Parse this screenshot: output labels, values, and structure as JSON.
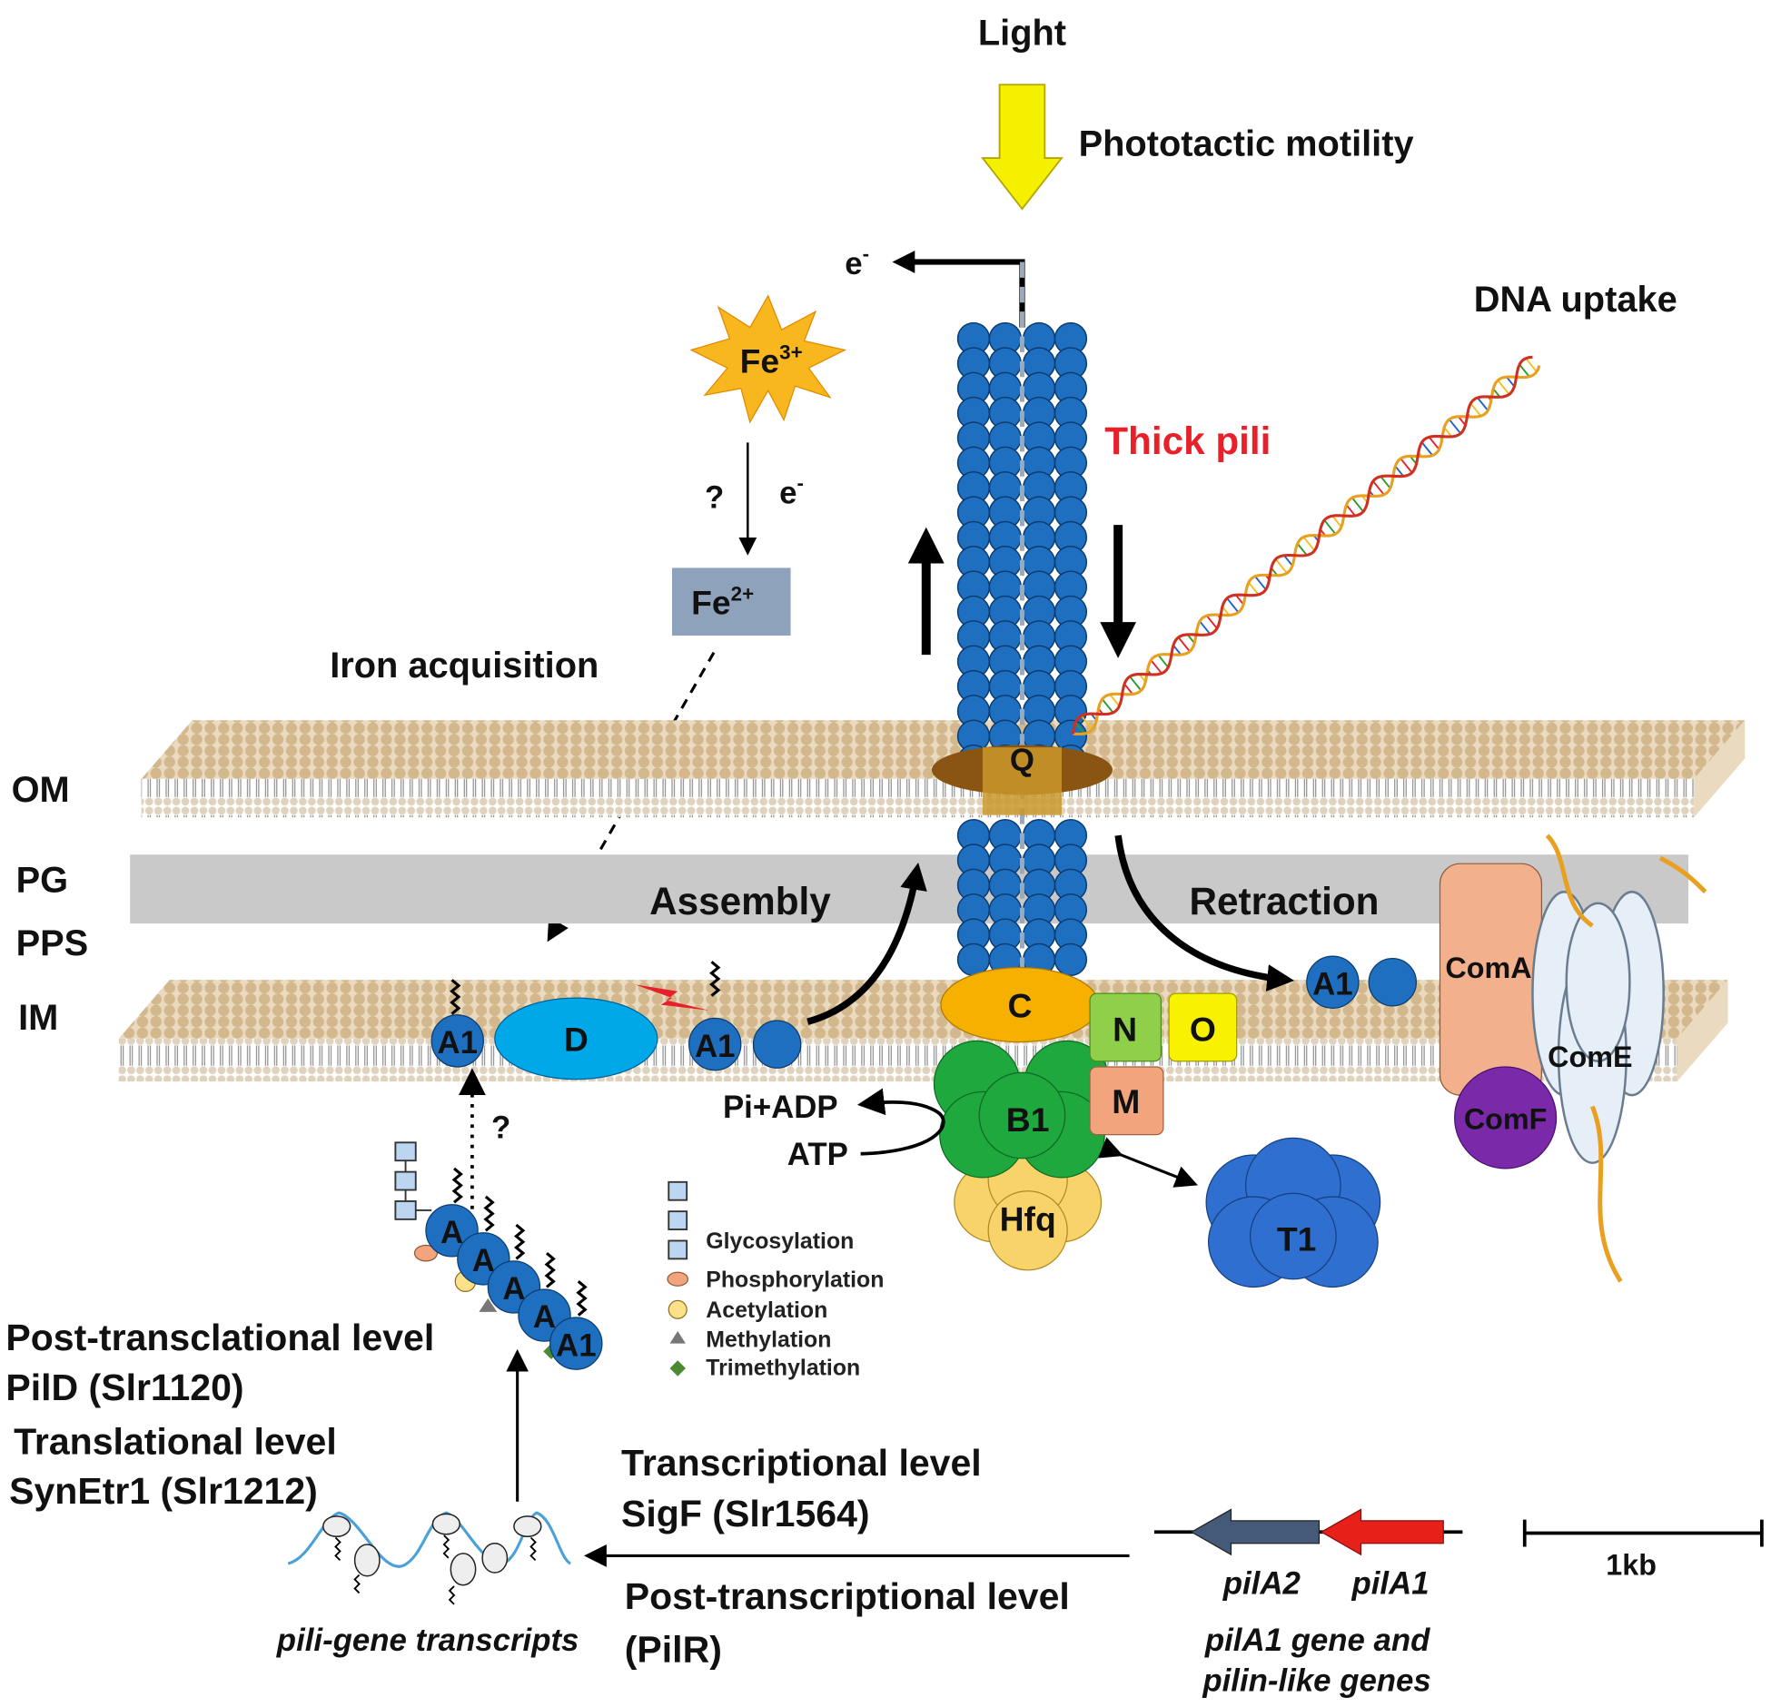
{
  "top": {
    "light": "Light",
    "phototactic": "Phototactic motility",
    "electron": "e",
    "electron_sup": "-",
    "dna_uptake": "DNA uptake",
    "thick_pili": "Thick pili"
  },
  "iron": {
    "fe3": "Fe",
    "fe3_sup": "3+",
    "question": "?",
    "electron": "e",
    "electron_sup": "-",
    "fe2": "Fe",
    "fe2_sup": "2+",
    "label": "Iron acquisition"
  },
  "layers": {
    "om": "OM",
    "pg": "PG",
    "pps": "PPS",
    "im": "IM"
  },
  "process": {
    "assembly": "Assembly",
    "retraction": "Retraction"
  },
  "proteins": {
    "q": "Q",
    "c": "C",
    "n": "N",
    "o": "O",
    "m": "M",
    "b1": "B1",
    "hfq": "Hfq",
    "t1": "T1",
    "d": "D",
    "a1": "A1",
    "a": "A",
    "coma": "ComA",
    "come": "ComE",
    "comf": "ComF"
  },
  "energy": {
    "pi_adp": "Pi+ADP",
    "atp": "ATP"
  },
  "question_mark": "?",
  "legend": [
    "Glycosylation",
    "Phosphorylation",
    "Acetylation",
    "Methylation",
    "Trimethylation"
  ],
  "regulation": {
    "post_translational": "Post-transclational level",
    "pild": "PilD (Slr1120)",
    "translational": "Translational level",
    "synetr1": "SynEtr1 (Slr1212)",
    "transcriptional": "Transcriptional level",
    "sigf": "SigF (Slr1564)",
    "post_transcriptional": "Post-transcriptional level",
    "pilr": "(PilR)",
    "transcripts": "pili-gene transcripts"
  },
  "genes": {
    "pila2": "pilA2",
    "pila1": "pilA1",
    "caption_1": "pilA1 gene and",
    "caption_2": "pilin-like genes",
    "scale": "1kb"
  },
  "colors": {
    "pili_blue": "#1f6fc0",
    "thick_pili_red": "#e8202a",
    "membrane": "#d9c09a",
    "pg": "#c9c9c9",
    "fe2_box": "#8ea2bc",
    "arrow_yellow": "#f5f000"
  }
}
